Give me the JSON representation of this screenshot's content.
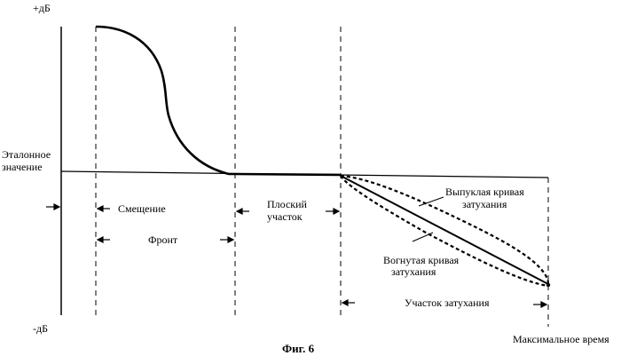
{
  "diagram": {
    "axis_top_label": "+дБ",
    "axis_bottom_label": "-дБ",
    "reference_label": [
      "Эталонное",
      "значение"
    ],
    "offset_label": "Смещение",
    "front_label": "Фронт",
    "flat_label": [
      "Плоский",
      "участок"
    ],
    "convex_label": [
      "Выпуклая кривая",
      "затухания"
    ],
    "concave_label": [
      "Вогнутая кривая",
      "затухания"
    ],
    "decay_label": "Участок затухания",
    "max_time_label": "Максимальное время",
    "caption": "Фиг. 6"
  }
}
